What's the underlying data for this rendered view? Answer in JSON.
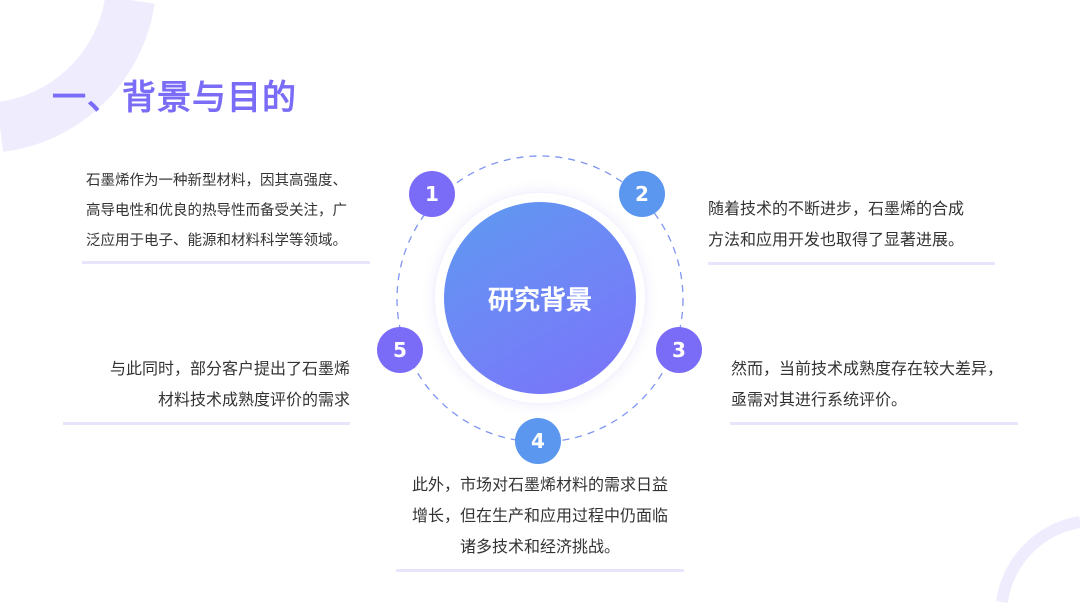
{
  "title": "一、背景与目的",
  "center_label": "研究背景",
  "colors": {
    "accent_purple": "#7a6cf7",
    "accent_blue": "#5b97ef",
    "decor": "#efedfd"
  },
  "items": [
    {
      "number": "1",
      "lines": [
        "石墨烯作为一种新型材料，因其高强度、",
        "高导电性和优良的热导性而备受关注，广",
        "泛应用于电子、能源和材料科学等领域。"
      ]
    },
    {
      "number": "2",
      "lines": [
        "随着技术的不断进步，石墨烯的合成",
        "方法和应用开发也取得了显著进展。"
      ]
    },
    {
      "number": "3",
      "lines": [
        "然而，当前技术成熟度存在较大差异，",
        "亟需对其进行系统评价。"
      ]
    },
    {
      "number": "4",
      "lines": [
        "此外，市场对石墨烯材料的需求日益",
        "增长，但在生产和应用过程中仍面临",
        "诸多技术和经济挑战。"
      ]
    },
    {
      "number": "5",
      "lines": [
        "与此同时，部分客户提出了石墨烯",
        "材料技术成熟度评价的需求"
      ]
    }
  ]
}
